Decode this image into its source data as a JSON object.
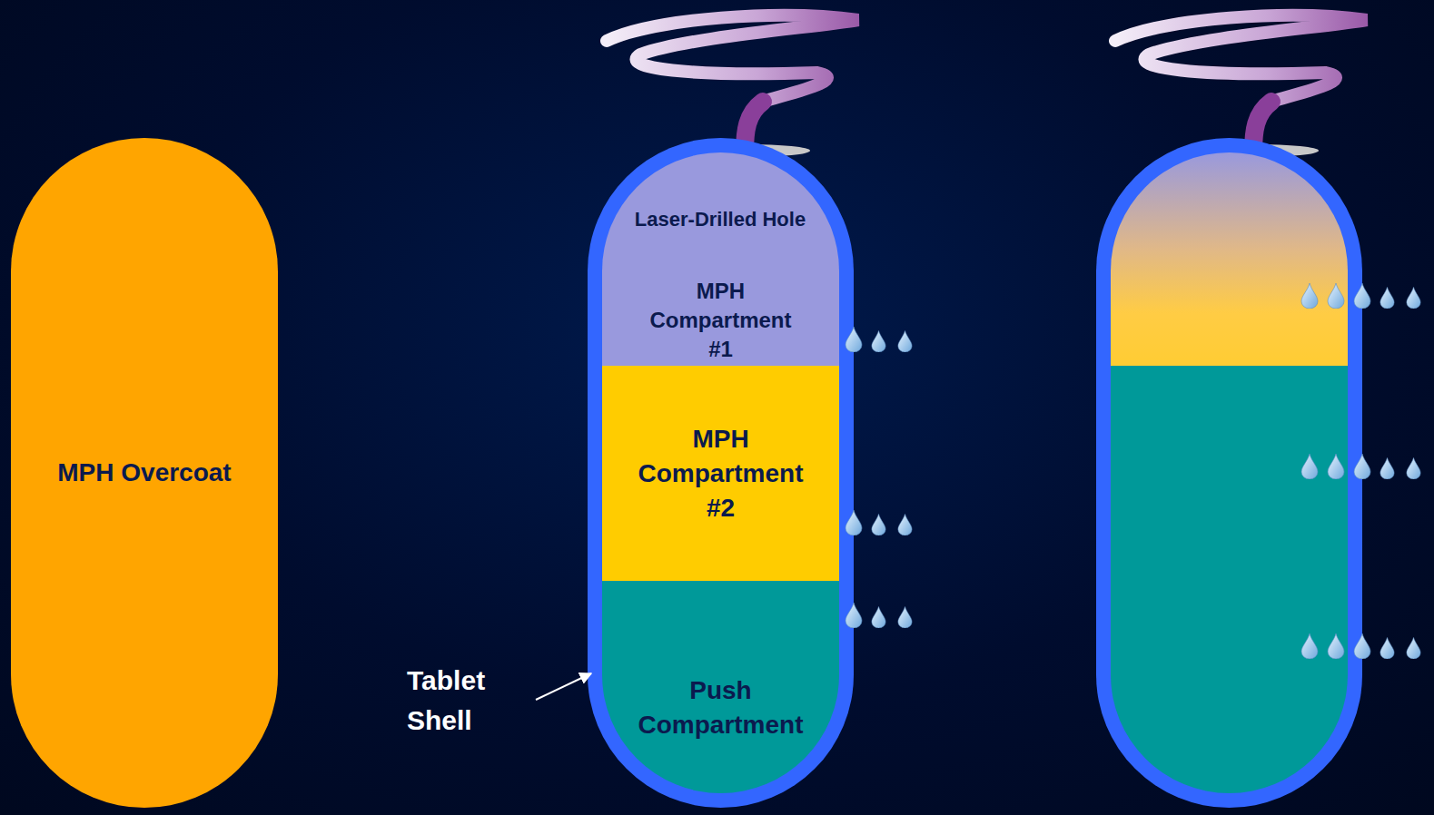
{
  "diagram": {
    "nodes": [
      {
        "text": [
          "MPH Overcoat"
        ]
      },
      {
        "text": [
          "MPH Compartment #1"
        ]
      },
      {
        "text": [
          "MPH Compartment #2"
        ]
      },
      {
        "text": [
          "Push Compartment"
        ]
      }
    ],
    "labels": [
      "Laser-Drilled Hole",
      "Tablet Shell"
    ]
  }
}
